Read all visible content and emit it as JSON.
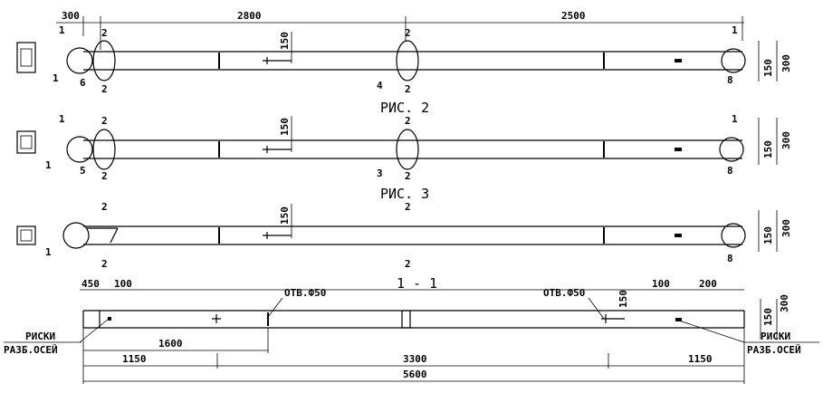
{
  "top_dims": {
    "d300": "300",
    "d2800": "2800",
    "d2500": "2500",
    "v150": "150",
    "v300": "300"
  },
  "views": [
    {
      "caption": "",
      "callouts": [
        "1",
        "6",
        "4",
        "8"
      ],
      "cut_label": "1",
      "section_label": "2"
    },
    {
      "caption": "РИС. 2",
      "callouts": [
        "1",
        "5",
        "3",
        "8"
      ],
      "cut_label": "1",
      "section_label": "2"
    },
    {
      "caption": "РИС. 3",
      "callouts": [
        "1",
        "8"
      ],
      "cut_label": "1",
      "section_label": "2"
    }
  ],
  "section": {
    "title": "1 - 1",
    "d450": "450",
    "d100a": "100",
    "d100b": "100",
    "d200": "200",
    "hole_left": "ОТВ.Ф50",
    "hole_right": "ОТВ.Ф50",
    "marks_line1": "РИСКИ",
    "marks_line2": "РАЗБ.ОСЕЙ",
    "d1600": "1600",
    "d1150a": "1150",
    "d3300": "3300",
    "d1150b": "1150",
    "d5600": "5600",
    "v150": "150",
    "v300": "300"
  }
}
